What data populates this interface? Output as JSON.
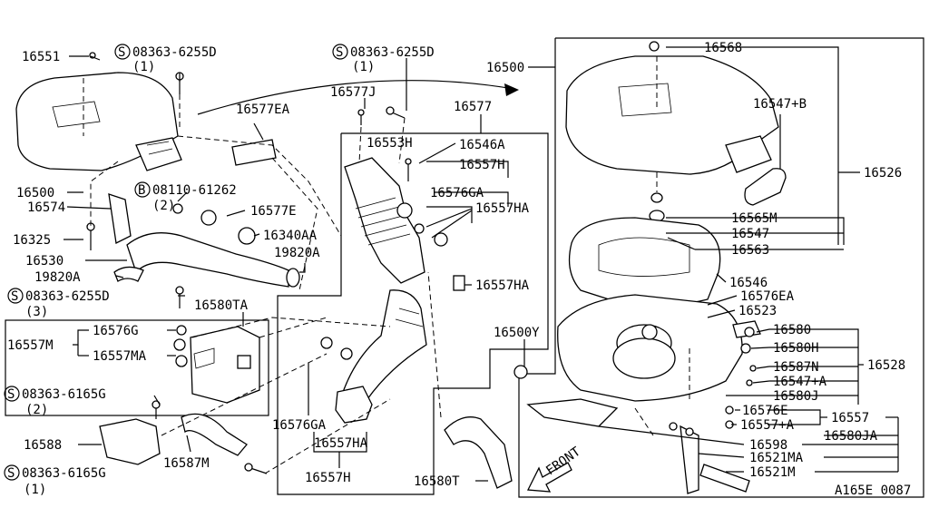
{
  "diagram_code": "A165E 0087",
  "front_label": "FRONT",
  "qty_labels": [
    "(1)",
    "(1)",
    "(2)",
    "(3)",
    "(2)",
    "(1)"
  ],
  "parts": [
    "16551",
    "08363-6255D",
    "08363-6255D",
    "16577J",
    "16577",
    "16500",
    "16568",
    "16577EA",
    "16553H",
    "16546A",
    "16547+B",
    "16557H",
    "16526",
    "16576GA",
    "16557HA",
    "16500",
    "08110-61262",
    "16574",
    "16577E",
    "16325",
    "16340AA",
    "19820A",
    "16565M",
    "16547",
    "16563",
    "16530",
    "19820A",
    "16557HA",
    "16546",
    "08363-6255D",
    "16580TA",
    "16576EA",
    "16523",
    "16500Y",
    "16576G",
    "16580",
    "16557M",
    "16557MA",
    "16580H",
    "16528",
    "16587N",
    "16547+A",
    "08363-6165G",
    "16580J",
    "16576E",
    "16557",
    "16576GA",
    "16557+A",
    "16588",
    "16557HA",
    "16580JA",
    "16598",
    "16587M",
    "16521MA",
    "08363-6165G",
    "16557H",
    "16580T",
    "16521M"
  ]
}
